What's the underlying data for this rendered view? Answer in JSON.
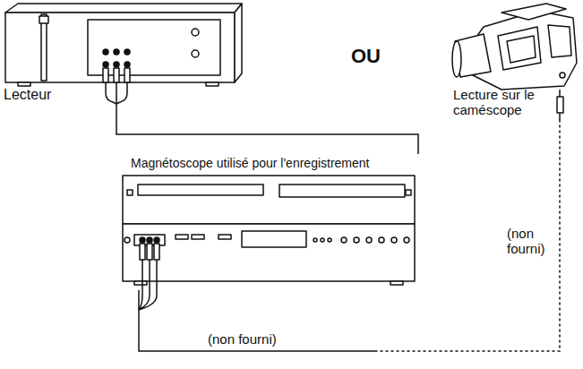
{
  "diagram": {
    "nodes": [
      {
        "text": [
          "Lecteur"
        ]
      },
      {
        "text": [
          "Lecture sur le caméscope"
        ]
      },
      {
        "text": [
          "Magnétoscope utilisé pour l'enregistrement"
        ]
      }
    ],
    "edges": [
      {
        "from": 0,
        "to": 2,
        "arrow": "none",
        "label": "(non fourni)"
      },
      {
        "from": 1,
        "to": 2,
        "arrow": "none",
        "label": "(non fourni)"
      }
    ],
    "labels": [
      "OU"
    ]
  }
}
